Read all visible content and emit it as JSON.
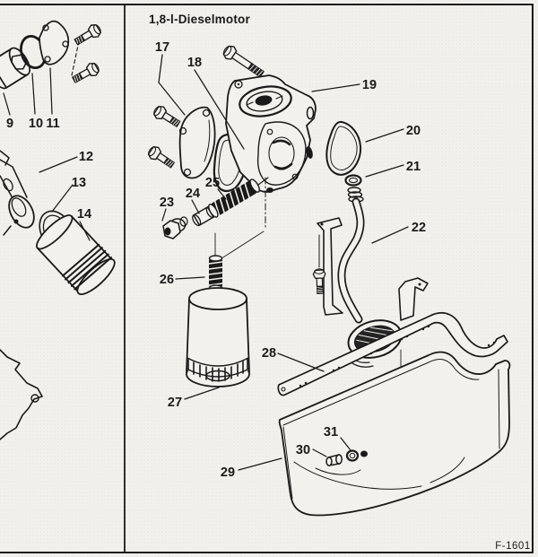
{
  "figure": {
    "title": "1,8-l-Dieselmotor",
    "code": "F-1601"
  },
  "callouts": {
    "n9": "9",
    "n10": "10",
    "n11": "11",
    "n12": "12",
    "n13": "13",
    "n14": "14",
    "n17": "17",
    "n18": "18",
    "n19": "19",
    "n20": "20",
    "n21": "21",
    "n22": "22",
    "n23": "23",
    "n24": "24",
    "n25": "25",
    "n26": "26",
    "n27": "27",
    "n28": "28",
    "n29": "29",
    "n30": "30",
    "n31": "31"
  },
  "colors": {
    "ink": "#1a1a1a",
    "paper": "#f2f1ed",
    "stipple": "#d8d7d2"
  }
}
